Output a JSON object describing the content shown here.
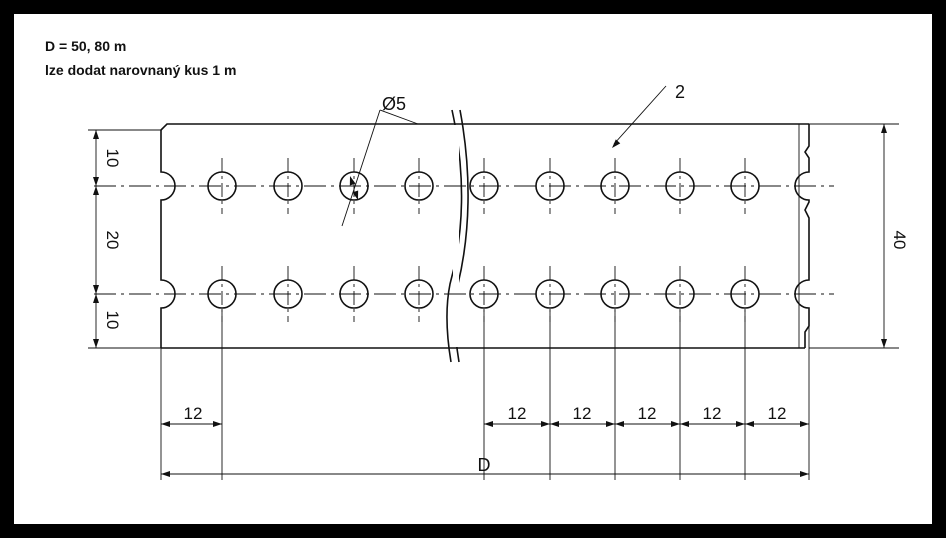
{
  "notes": {
    "length_options": "D = 50, 80 m",
    "straightened_option": "lze dodat narovnaný kus 1 m"
  },
  "labels": {
    "hole_diameter": "Ø5",
    "part_number": "2",
    "dim_top_edge": "10",
    "dim_row_spacing": "20",
    "dim_bottom_edge": "10",
    "dim_strip_width": "40",
    "dim_pitch": "12",
    "dim_length": "D"
  },
  "colors": {
    "frame": "#000000",
    "paper": "#ffffff",
    "line": "#111111"
  }
}
